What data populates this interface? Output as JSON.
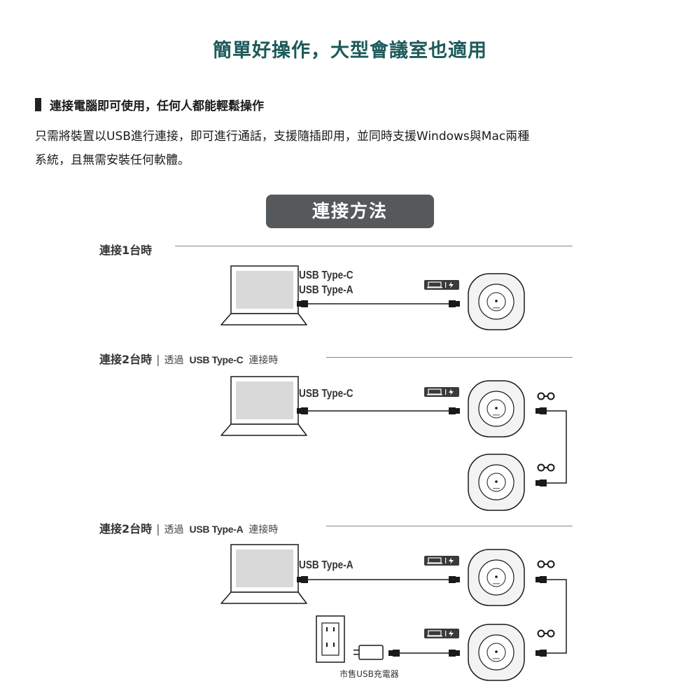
{
  "title": "簡單好操作，大型會議室也適用",
  "section": {
    "heading": "連接電腦即可使用，任何人都能輕鬆操作",
    "desc_line1": "只需將裝置以USB進行連接，即可進行通話，支援隨插即用，並同時支援Windows與Mac兩種",
    "desc_line2": "系統，且無需安裝任何軟體。"
  },
  "diagram": {
    "method_label": "連接方法",
    "row1": {
      "label": "連接1台時",
      "usb_c": "USB Type-C",
      "usb_a": "USB Type-A"
    },
    "row2": {
      "label": "連接2台時",
      "sep": "|",
      "via": "透過",
      "type": "USB Type-C",
      "tail": "連接時",
      "usb_label": "USB Type-C"
    },
    "row3": {
      "label": "連接2台時",
      "sep": "|",
      "via": "透過",
      "type": "USB Type-A",
      "tail": "連接時",
      "usb_label": "USB Type-A"
    },
    "charger_label": "市售USB充電器"
  },
  "colors": {
    "title": "#1d5a5a",
    "pill": "#55595c",
    "device_body": "#f3f3f3",
    "line": "#1a1a1a"
  }
}
